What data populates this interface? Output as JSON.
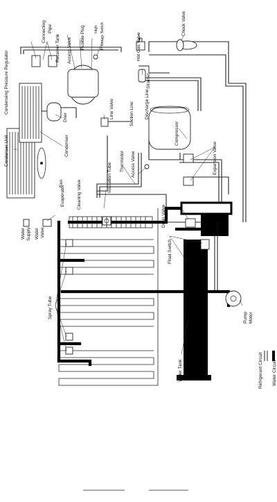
{
  "labels": {
    "check_valve": "Check Valve",
    "hot_gas_valve": "Hot Gas Valve",
    "high_pressure_switch": "High\nPressure Switch",
    "fusible_plug": "Fusible Plug",
    "access_valve_top": "Access Valve",
    "receiver_tank": "Receiver Tank",
    "connecting_pipe": "Connecting\nPipe",
    "condensing_pressure_regulator": "Condensing Pressure Regulator",
    "condenser_unit": "Condenser Unit",
    "strainer": "Strainer",
    "discharge_line": "Discharge Line",
    "suction_line": "Suction Line",
    "line_valve": "Line Valve",
    "drier": "Drier",
    "condenser": "Condenser",
    "compressor": "Compressor",
    "expansion_valve": "Expansion Valve",
    "insulation_tube": "Insulation Tube",
    "thermistor": "Thermistor",
    "access_valve_mid": "Access Valve",
    "fan": "Fan",
    "evaporator": "Evaporator",
    "cleaning_valve": "Cleaning Valve",
    "drain_valve": "Drain Valve",
    "drain": "Drain",
    "water_supply": "Water\nSupply",
    "water_valve": "Water\nValve",
    "float_switch": "Float Switch",
    "spray_tube": "Spray Tube",
    "pump_motor": "Pump\nMotor",
    "water_tank": "Water Tank"
  },
  "legend": {
    "refrigerant": "Refrigerant Circuit",
    "water": "Water Circuit"
  },
  "colors": {
    "ink": "#111111",
    "background": "#ffffff"
  }
}
